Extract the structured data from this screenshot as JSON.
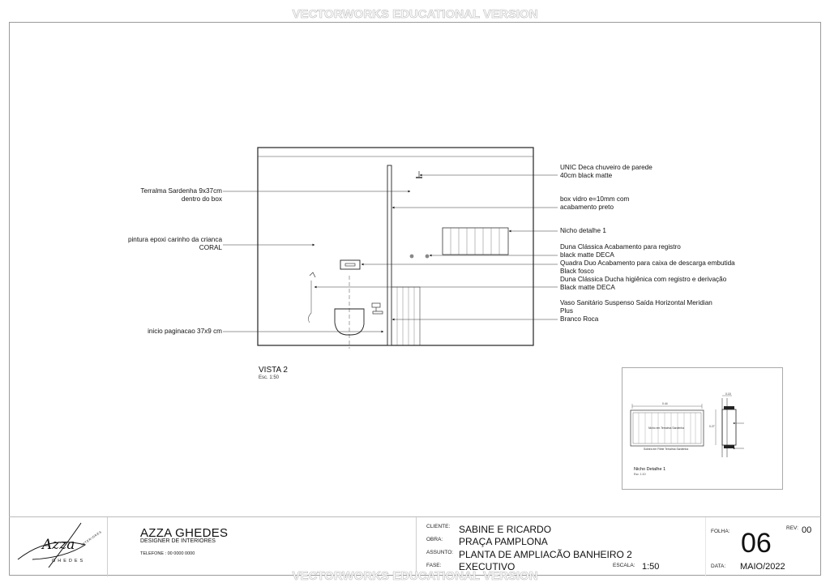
{
  "watermark": "VECTORWORKS EDUCATIONAL VERSION",
  "view": {
    "title": "VISTA 2",
    "scale": "Esc. 1:50"
  },
  "notes_left": {
    "tile_line1": "Terralma Sardenha 9x37cm",
    "tile_line2": "dentro do box",
    "paint_line1": "pintura epoxi carinho da crianca",
    "paint_line2": "CORAL",
    "start_line1": "inicio paginacao 37x9 cm"
  },
  "notes_right": {
    "shower_line1": "UNIC Deca chuveiro de parede",
    "shower_line2": "40cm black matte",
    "glass_line1": "box vidro e=10mm com",
    "glass_line2": "acabamento preto",
    "niche_line1": "Nicho detalhe 1",
    "valve_line1": "Duna Clássica Acabamento para registro",
    "valve_line2": "black matte DECA",
    "flush_line1": "Quadra Duo Acabamento para caixa de descarga embutida",
    "flush_line2": "Black fosco",
    "hygiene_line1": "Duna Clássica Ducha higiênica com registro e derivação",
    "hygiene_line2": "Black matte DECA",
    "toilet_line1": "Vaso Sanitário Suspenso Saída Horizontal Meridian",
    "toilet_line2": "Plus",
    "toilet_line3": "Branco Roca"
  },
  "detail": {
    "title": "Nicho Detalhe 1",
    "scale": "Esc. 1:10",
    "dim_width": "0.44",
    "dim_depth": "0.15",
    "dim_height": "0.27",
    "label_inner": "Nicho em Terralma Sardenha",
    "label_bottom": "Soleira em Filete Terralma Sardenha"
  },
  "title_block": {
    "logo_script": "Azza",
    "logo_tag": "INTERIORES",
    "logo_sub": "GHEDES",
    "brand_name": "AZZA GHEDES",
    "brand_sub": "DESIGNER DE INTERIORES",
    "phone": "TELEFONE : 00 0000 0000",
    "client_label": "CLIENTE:",
    "client_value": "SABINE E RICARDO",
    "work_label": "OBRA:",
    "work_value": "PRAÇA PAMPLONA",
    "subject_label": "ASSUNTO:",
    "subject_value": "PLANTA DE AMPLIACÃO BANHEIRO 2",
    "phase_label": "FASE:",
    "phase_value": "EXECUTIVO",
    "scale_label": "ESCALA:",
    "scale_value": "1:50",
    "sheet_label": "FOLHA:",
    "sheet_value": "06",
    "rev_label": "REV:",
    "rev_value": "00",
    "date_label": "DATA:",
    "date_value": "MAIO/2022"
  }
}
